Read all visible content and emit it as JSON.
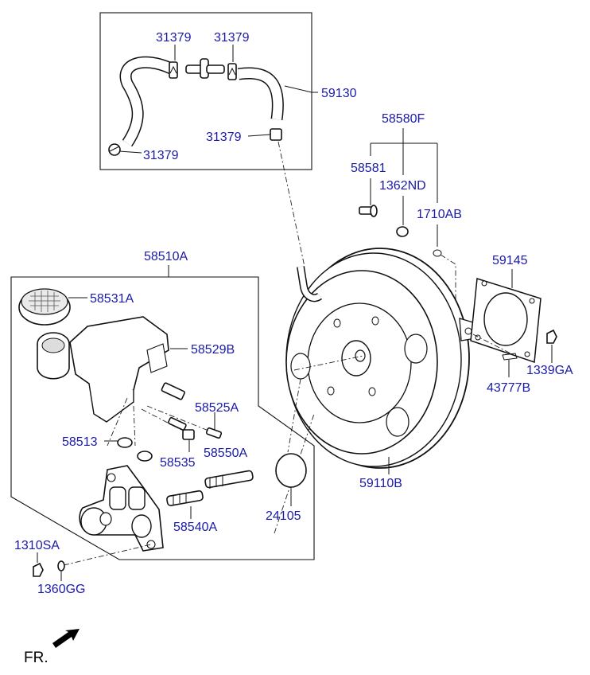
{
  "labels": {
    "clip_top_left": "31379",
    "clip_top_right": "31379",
    "clip_bottom": "31379",
    "clip_right": "31379",
    "hose_assembly": "59130",
    "check_valve_group": "58580F",
    "fitting": "58581",
    "grommet": "1362ND",
    "o_ring": "1710AB",
    "gasket": "59145",
    "nut_booster": "1339GA",
    "pin": "43777B",
    "master_cylinder_assy": "58510A",
    "reservoir_cap": "58531A",
    "reservoir": "58529B",
    "switch_connector": "58525A",
    "seal_upper": "58513",
    "sensor": "58535",
    "piston_kit_a": "58550A",
    "piston_kit_b": "58540A",
    "booster_assy": "59110B",
    "plug": "24105",
    "nut_small": "1310SA",
    "washer": "1360GG"
  },
  "direction_label": "FR."
}
